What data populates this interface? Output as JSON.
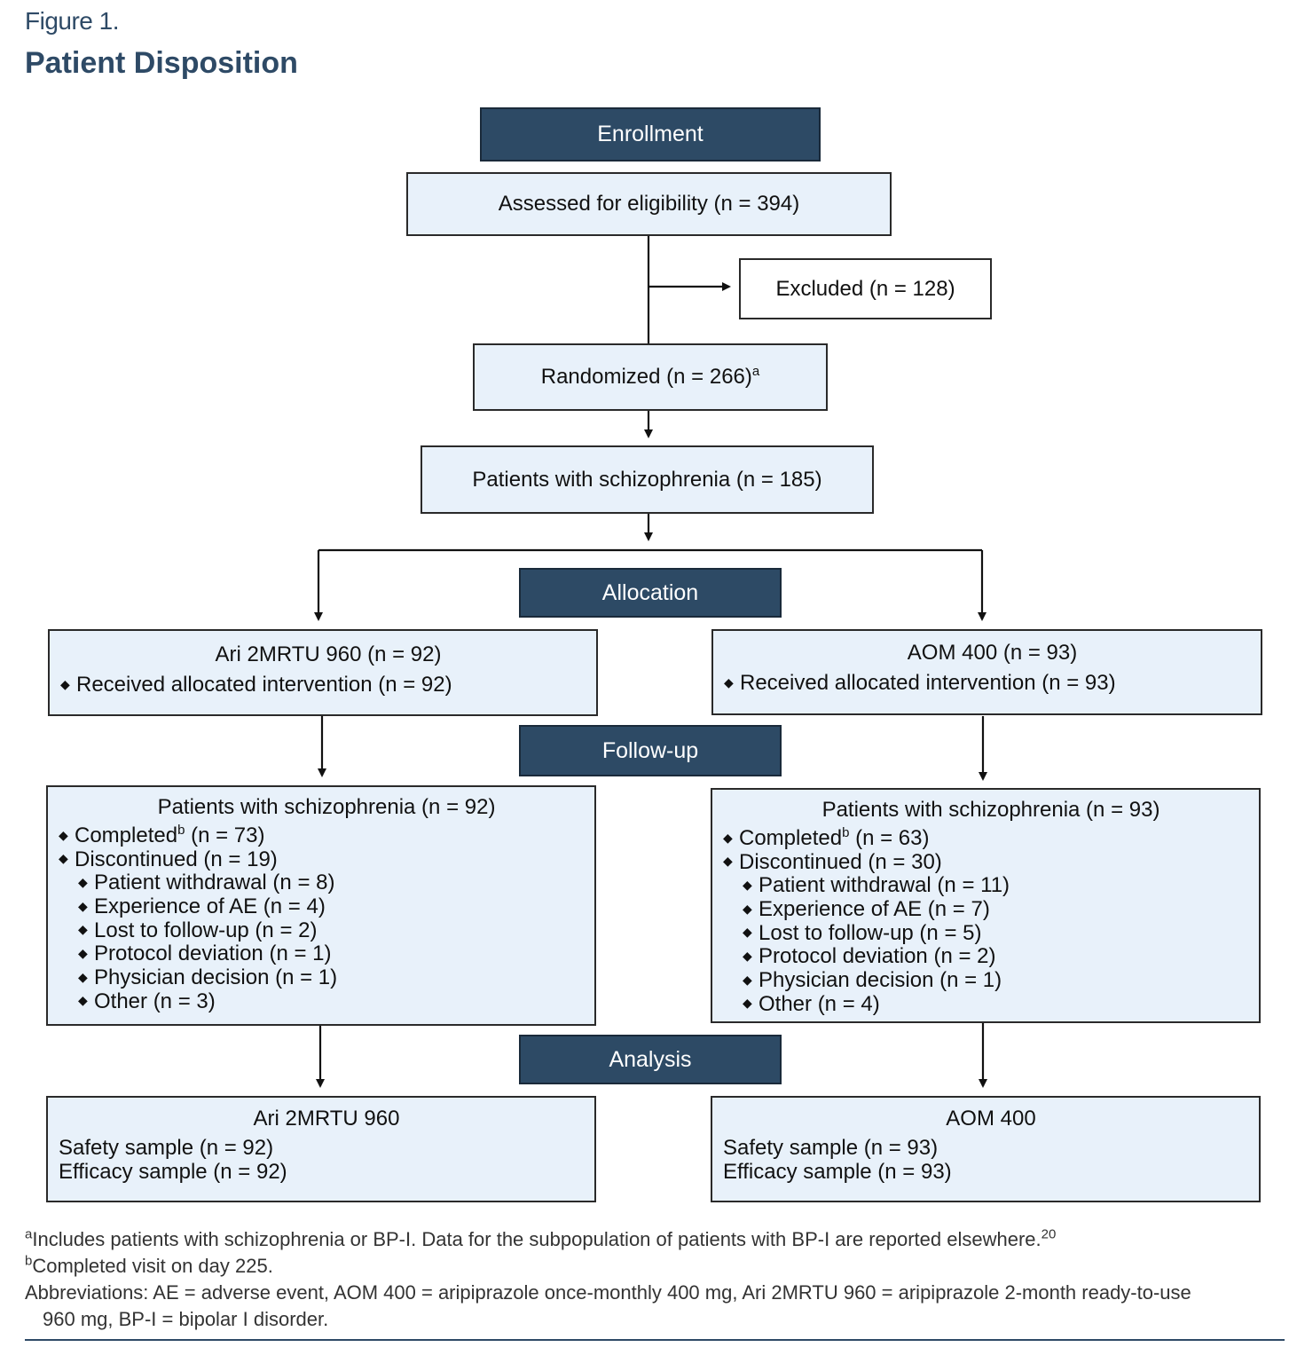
{
  "figure": {
    "label": "Figure 1.",
    "title": "Patient Disposition"
  },
  "stages": {
    "enrollment": "Enrollment",
    "allocation": "Allocation",
    "follow_up": "Follow-up",
    "analysis": "Analysis"
  },
  "enrollment": {
    "assessed": "Assessed for eligibility (n = 394)",
    "excluded": "Excluded (n = 128)",
    "randomized": "Randomized (n = 266)",
    "randomized_note": "a",
    "schizophrenia": "Patients with schizophrenia (n = 185)"
  },
  "arms": [
    {
      "id": "ari",
      "allocation_title": "Ari 2MRTU 960 (n = 92)",
      "allocation_item": "Received allocated intervention (n = 92)",
      "followup_title": "Patients with schizophrenia (n = 92)",
      "completed_label": "Completed",
      "completed_note": "b",
      "completed_value": " (n = 73)",
      "discontinued": "Discontinued (n = 19)",
      "reasons": [
        "Patient withdrawal (n = 8)",
        "Experience of AE (n = 4)",
        "Lost to follow-up (n = 2)",
        "Protocol deviation (n = 1)",
        "Physician decision (n = 1)",
        "Other (n = 3)"
      ],
      "analysis_title": "Ari 2MRTU 960",
      "safety": "Safety sample (n = 92)",
      "efficacy": "Efficacy sample (n = 92)"
    },
    {
      "id": "aom",
      "allocation_title": "AOM 400 (n = 93)",
      "allocation_item": "Received allocated intervention (n = 93)",
      "followup_title": "Patients with schizophrenia (n = 93)",
      "completed_label": "Completed",
      "completed_note": "b",
      "completed_value": " (n = 63)",
      "discontinued": "Discontinued (n = 30)",
      "reasons": [
        "Patient withdrawal (n = 11)",
        "Experience of AE (n = 7)",
        "Lost to follow-up (n = 5)",
        "Protocol deviation (n = 2)",
        "Physician decision (n = 1)",
        "Other (n = 4)"
      ],
      "analysis_title": "AOM 400",
      "safety": "Safety sample (n = 93)",
      "efficacy": "Efficacy sample (n = 93)"
    }
  ],
  "footnotes": {
    "a_mark": "a",
    "a_text": "Includes patients with schizophrenia or BP-I. Data for the subpopulation of patients with BP-I are reported elsewhere.",
    "a_ref": "20",
    "b_mark": "b",
    "b_text": "Completed visit on day 225.",
    "abbrev_line1": "Abbreviations: AE = adverse event, AOM 400 = aripiprazole once-monthly 400 mg, Ari 2MRTU 960 = aripiprazole 2-month ready-to-use",
    "abbrev_line2": "960 mg, BP-I = bipolar I disorder."
  },
  "colors": {
    "stage_bar": "#2d4a65",
    "box_fill": "#e8f1fa",
    "title_color": "#2e4a66"
  }
}
